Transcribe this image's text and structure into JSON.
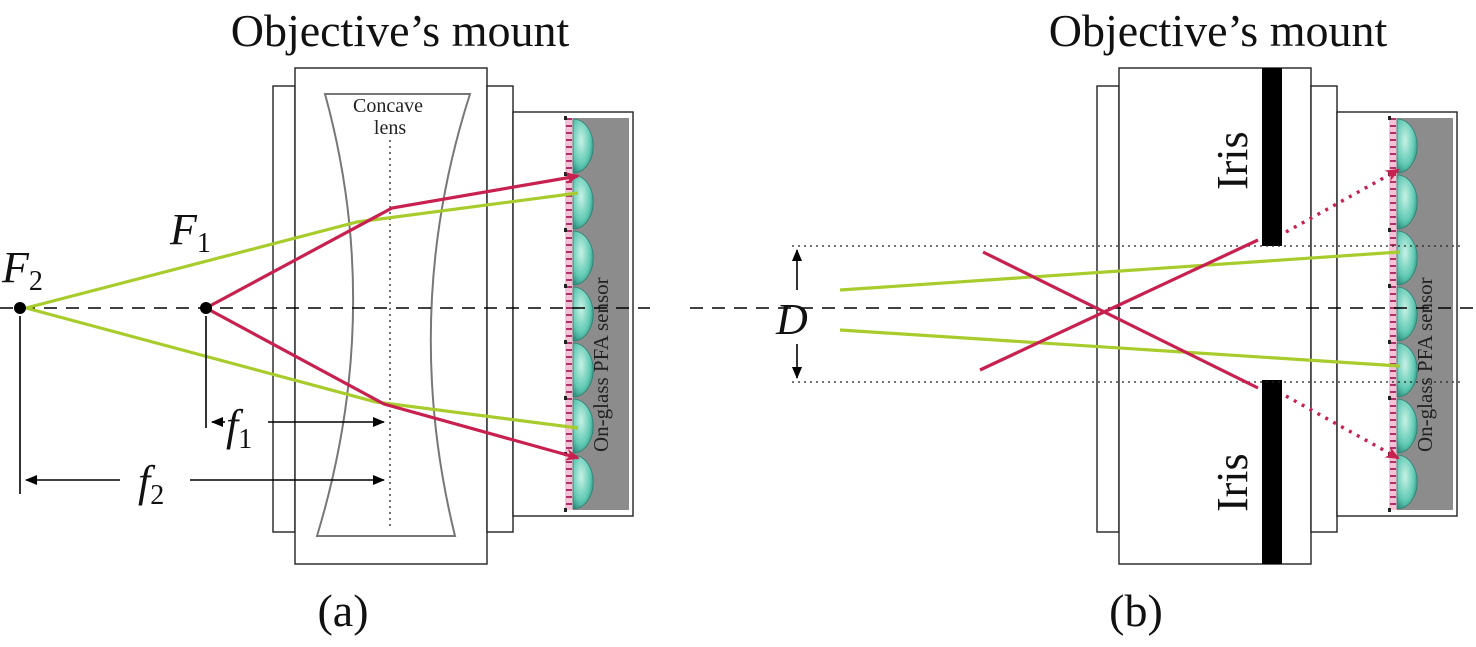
{
  "panel_a": {
    "title": "Objective’s mount",
    "label": "(a)",
    "lens_label_line1": "Concave",
    "lens_label_line2": "lens",
    "focal_point_far_symbol": "F",
    "focal_point_far_subscript": "2",
    "focal_point_near_symbol": "F",
    "focal_point_near_subscript": "1",
    "focal_length_near_symbol": "f",
    "focal_length_near_subscript": "1",
    "focal_length_far_symbol": "f",
    "focal_length_far_subscript": "2",
    "sensor_text": "On-glass PFA sensor"
  },
  "panel_b": {
    "title": "Objective’s mount",
    "label": "(b)",
    "aperture_symbol": "D",
    "iris_top_label": "Iris",
    "iris_bottom_label": "Iris",
    "sensor_text": "On-glass PFA sensor"
  },
  "colors": {
    "marginal_ray": "#a8cc2c",
    "chief_ray": "#c8204f",
    "microlens": "#5fc9b3",
    "sensor_body": "#8c8c8c",
    "iris": "#000000"
  }
}
